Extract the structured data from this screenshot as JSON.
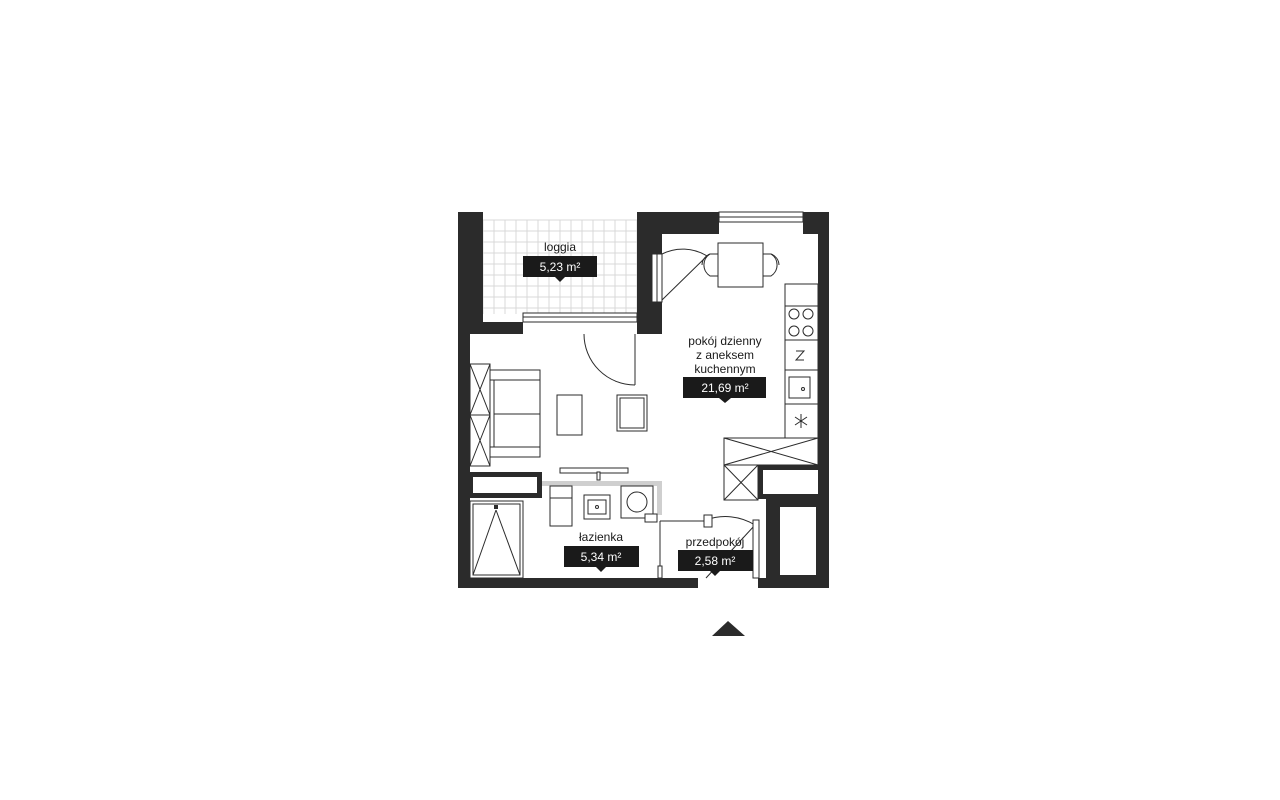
{
  "rooms": {
    "loggia": {
      "name": "loggia",
      "area": "5,23 m²"
    },
    "living": {
      "name_lines": [
        "pokój dzienny",
        "z aneksem",
        "kuchennym"
      ],
      "area": "21,69 m²"
    },
    "bathroom": {
      "name": "łazienka",
      "area": "5,34 m²"
    },
    "hallway": {
      "name": "przedpokój",
      "area": "2,58 m²"
    }
  },
  "colors": {
    "wall": "#2b2b2b",
    "label_bg": "#1a1a1a",
    "tile_grid": "#d9d9d9"
  },
  "icons": {
    "entrance": "entrance-arrow-icon"
  }
}
